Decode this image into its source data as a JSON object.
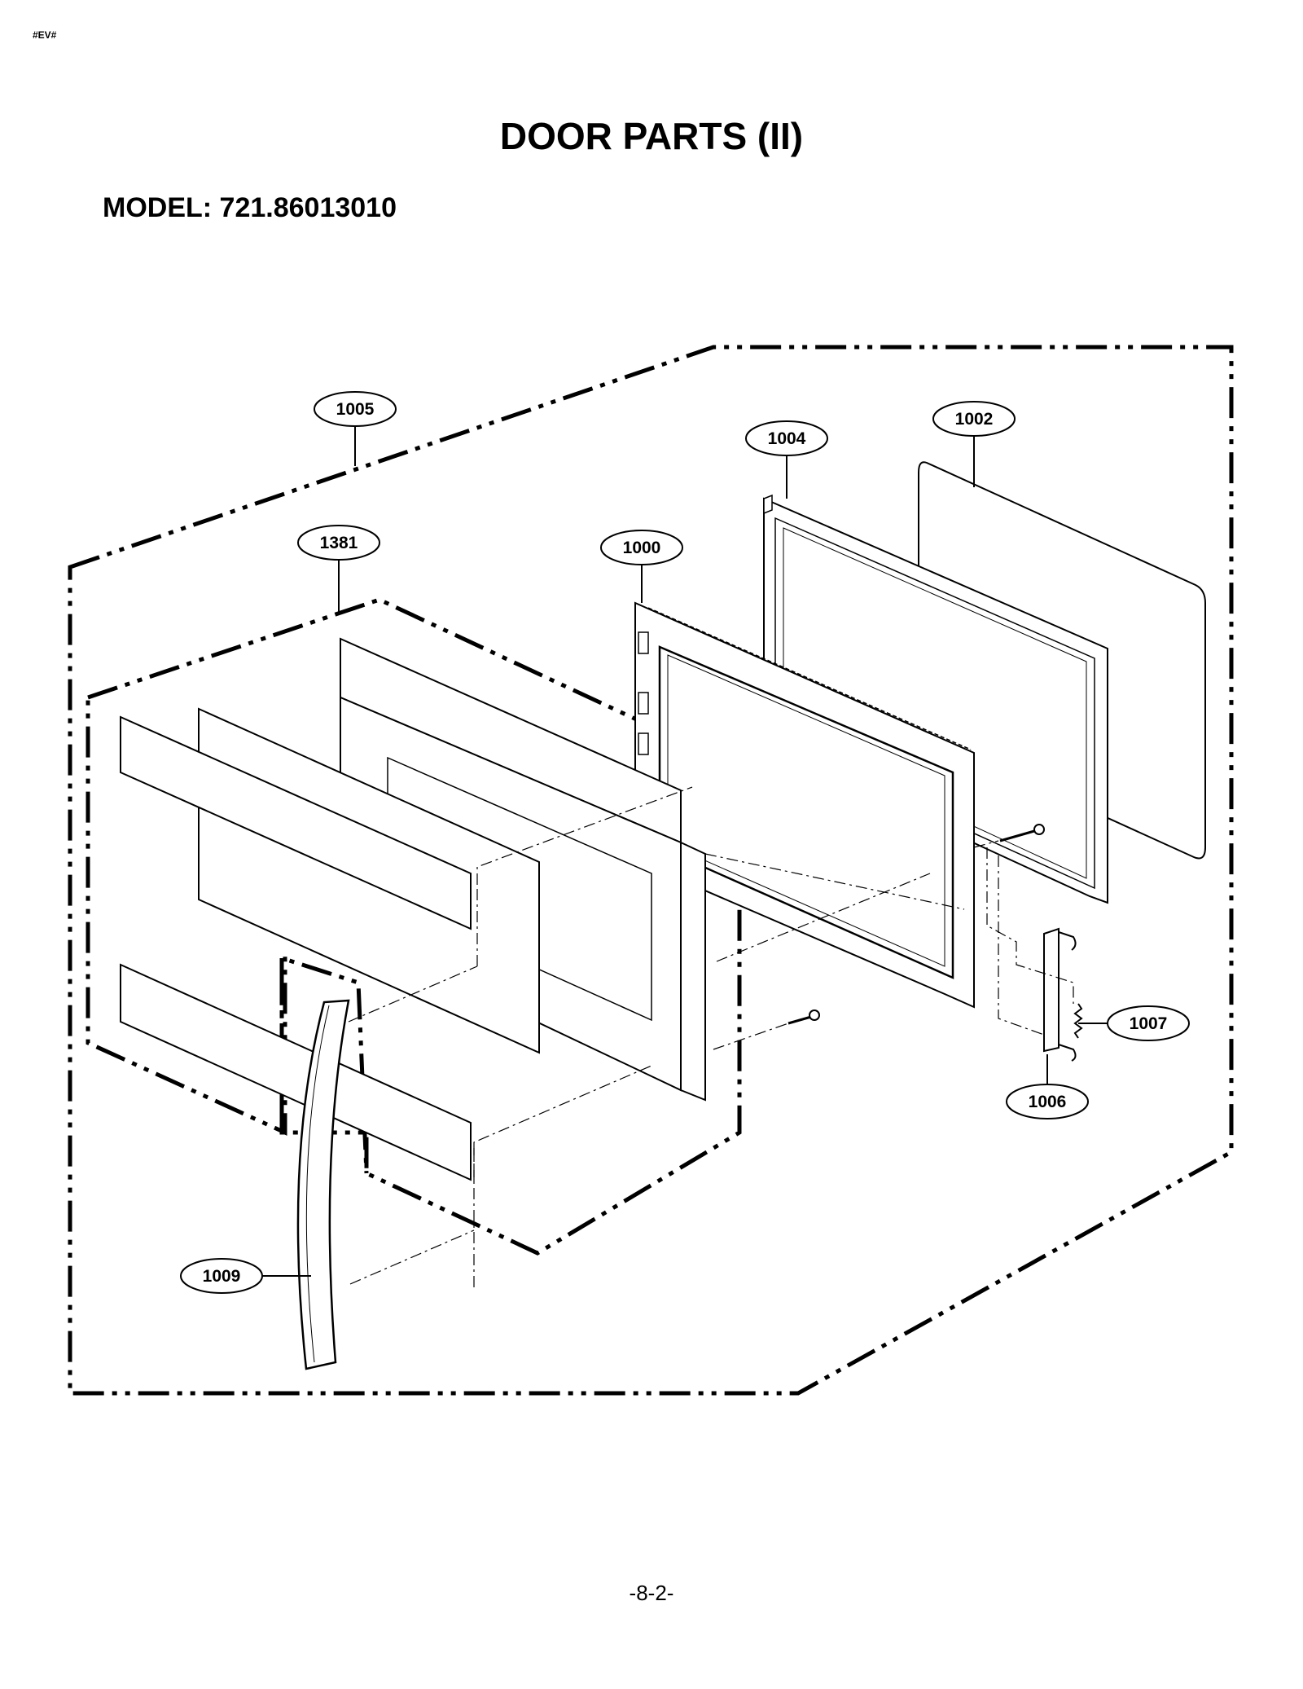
{
  "header": {
    "corner_tag": "#EV#",
    "title": "DOOR PARTS (II)",
    "model": "MODEL: 721.86013010"
  },
  "callouts": {
    "c1005": "1005",
    "c1004": "1004",
    "c1002": "1002",
    "c1381": "1381",
    "c1000": "1000",
    "c1007": "1007",
    "c1006": "1006",
    "c1009": "1009"
  },
  "footer": {
    "page_number": "-8-2-"
  }
}
